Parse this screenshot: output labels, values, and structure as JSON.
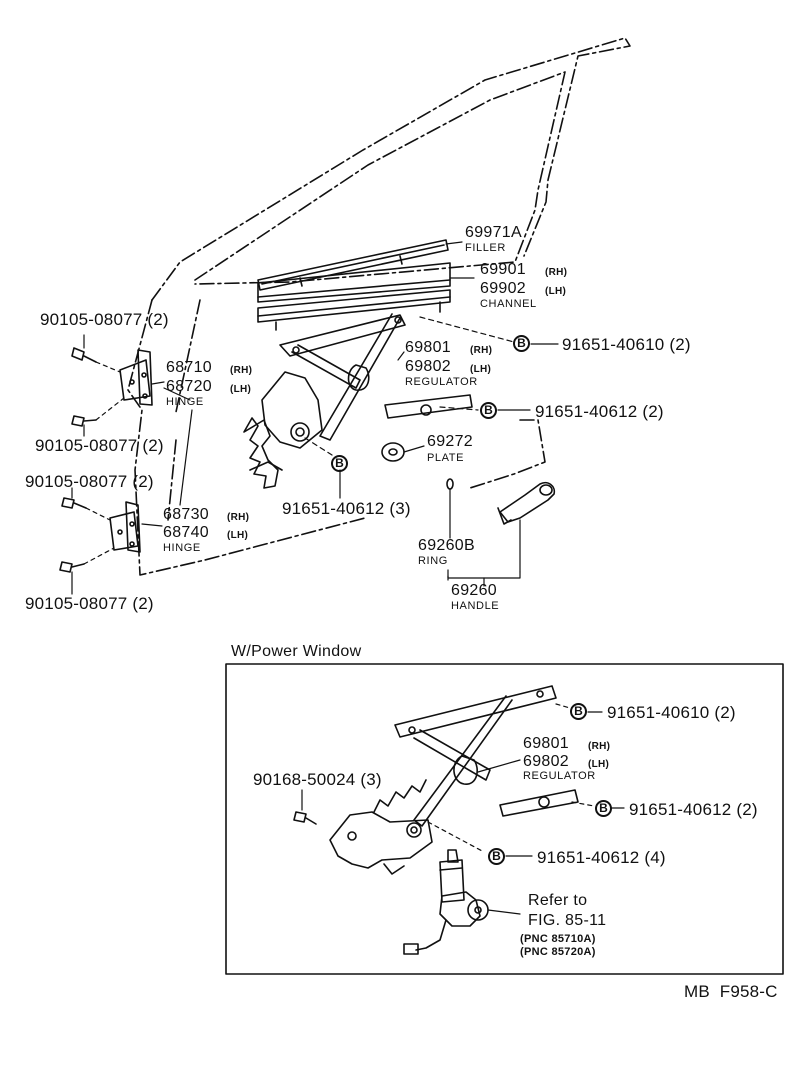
{
  "callouts": {
    "filler_pn": "69971A",
    "filler_name": "FILLER",
    "channel_rh_pn": "69901",
    "channel_rh_side": "(RH)",
    "channel_lh_pn": "69902",
    "channel_lh_side": "(LH)",
    "channel_name": "CHANNEL",
    "regulator_rh_pn": "69801",
    "regulator_rh_side": "(RH)",
    "regulator_lh_pn": "69802",
    "regulator_lh_side": "(LH)",
    "regulator_name": "REGULATOR",
    "bolt_b_1": "91651-40610 (2)",
    "bolt_b_2": "91651-40612 (2)",
    "bolt_b_3": "91651-40612 (3)",
    "plate_pn": "69272",
    "plate_name": "PLATE",
    "ring_pn": "69260B",
    "ring_name": "RING",
    "handle_pn": "69260",
    "handle_name": "HANDLE",
    "upper_hinge_rh_pn": "68710",
    "upper_hinge_rh_side": "(RH)",
    "upper_hinge_lh_pn": "68720",
    "upper_hinge_lh_side": "(LH)",
    "upper_hinge_name": "HINGE",
    "lower_hinge_rh_pn": "68730",
    "lower_hinge_rh_side": "(RH)",
    "lower_hinge_lh_pn": "68740",
    "lower_hinge_lh_side": "(LH)",
    "lower_hinge_name": "HINGE",
    "hinge_bolt_1": "90105-08077 (2)",
    "hinge_bolt_2": "90105-08077 (2)",
    "hinge_bolt_3": "90105-08077 (2)",
    "hinge_bolt_4": "90105-08077 (2)",
    "b_marker": "B"
  },
  "power_window": {
    "title": "W/Power Window",
    "bolt_b_1": "91651-40610 (2)",
    "regulator_rh_pn": "69801",
    "regulator_rh_side": "(RH)",
    "regulator_lh_pn": "69802",
    "regulator_lh_side": "(LH)",
    "regulator_name": "REGULATOR",
    "motor_bolt": "90168-50024 (3)",
    "bolt_b_2": "91651-40612 (2)",
    "bolt_b_3": "91651-40612 (4)",
    "refer_line1": "Refer to",
    "refer_line2": "FIG. 85-11",
    "refer_pnc1": "(PNC 85710A)",
    "refer_pnc2": "(PNC 85720A)"
  },
  "figure_code": "MB  F958-C"
}
